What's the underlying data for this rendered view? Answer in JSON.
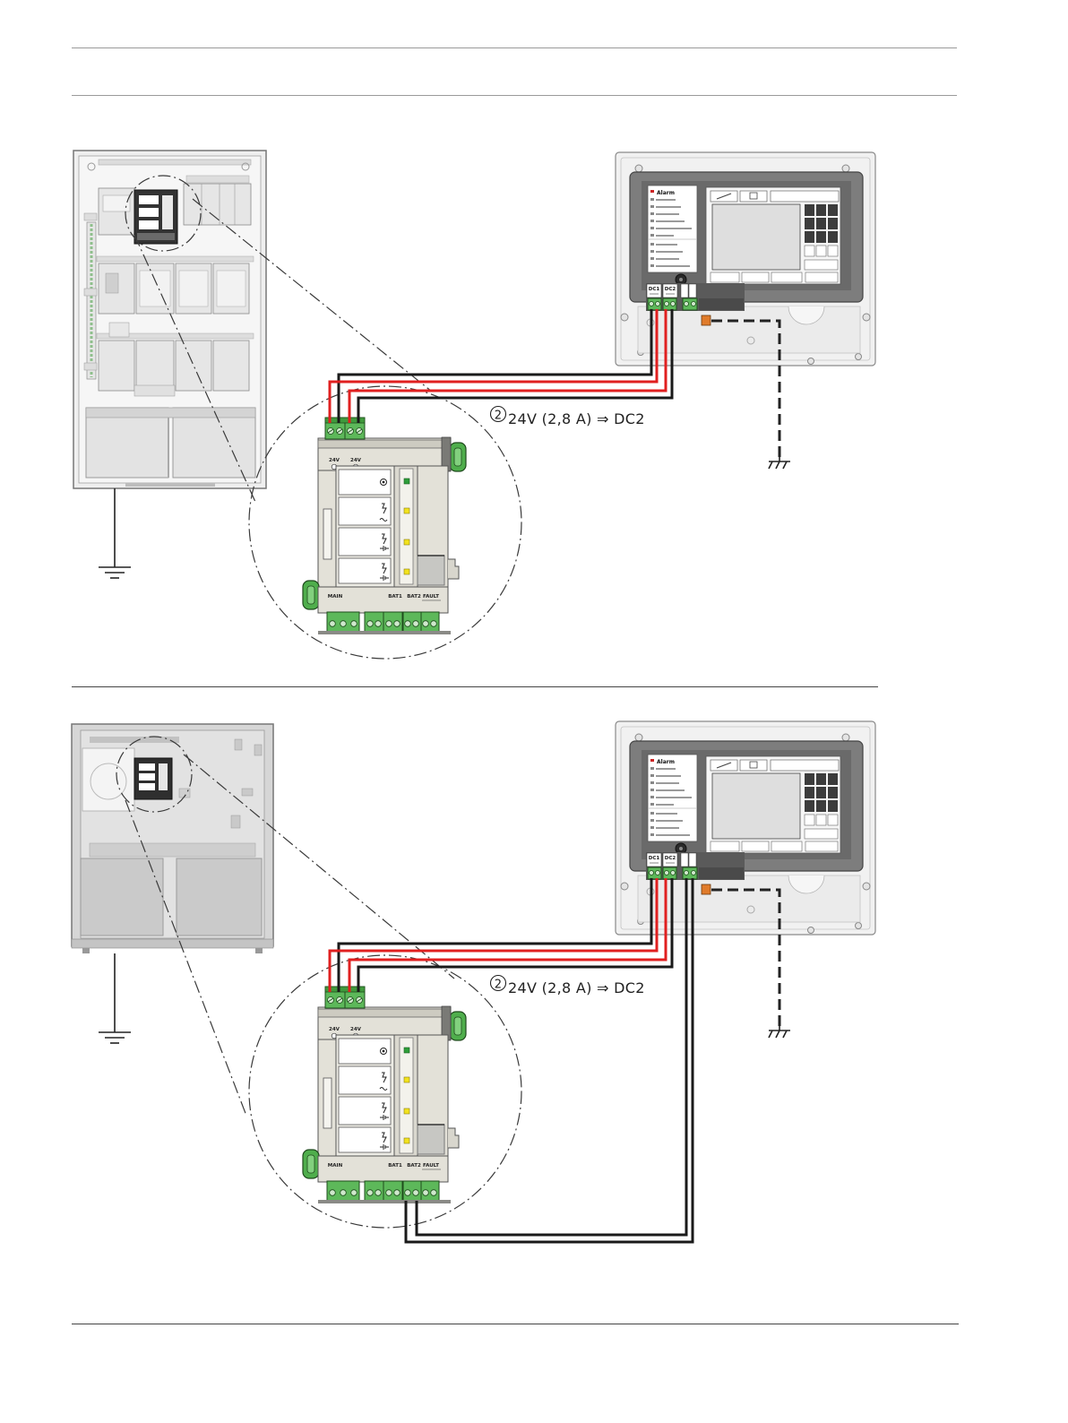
{
  "callout": {
    "number": "2",
    "text": "24V (2,8 A) ⇒ DC2"
  },
  "psu": {
    "in1": "24V",
    "in2": "24V",
    "main": "MAIN",
    "bat1": "BAT1",
    "bat2": "BAT2",
    "fault": "FAULT"
  },
  "panel": {
    "alarm": "Alarm",
    "dc1": "DC1",
    "dc2": "DC2"
  },
  "colors": {
    "wire_positive": "#e02020",
    "wire_negative": "#1a1a1a",
    "terminal": "#5db85a",
    "led_green": "#2e9e3a",
    "led_yellow": "#f2e21e",
    "connector": "#e07b2a"
  }
}
